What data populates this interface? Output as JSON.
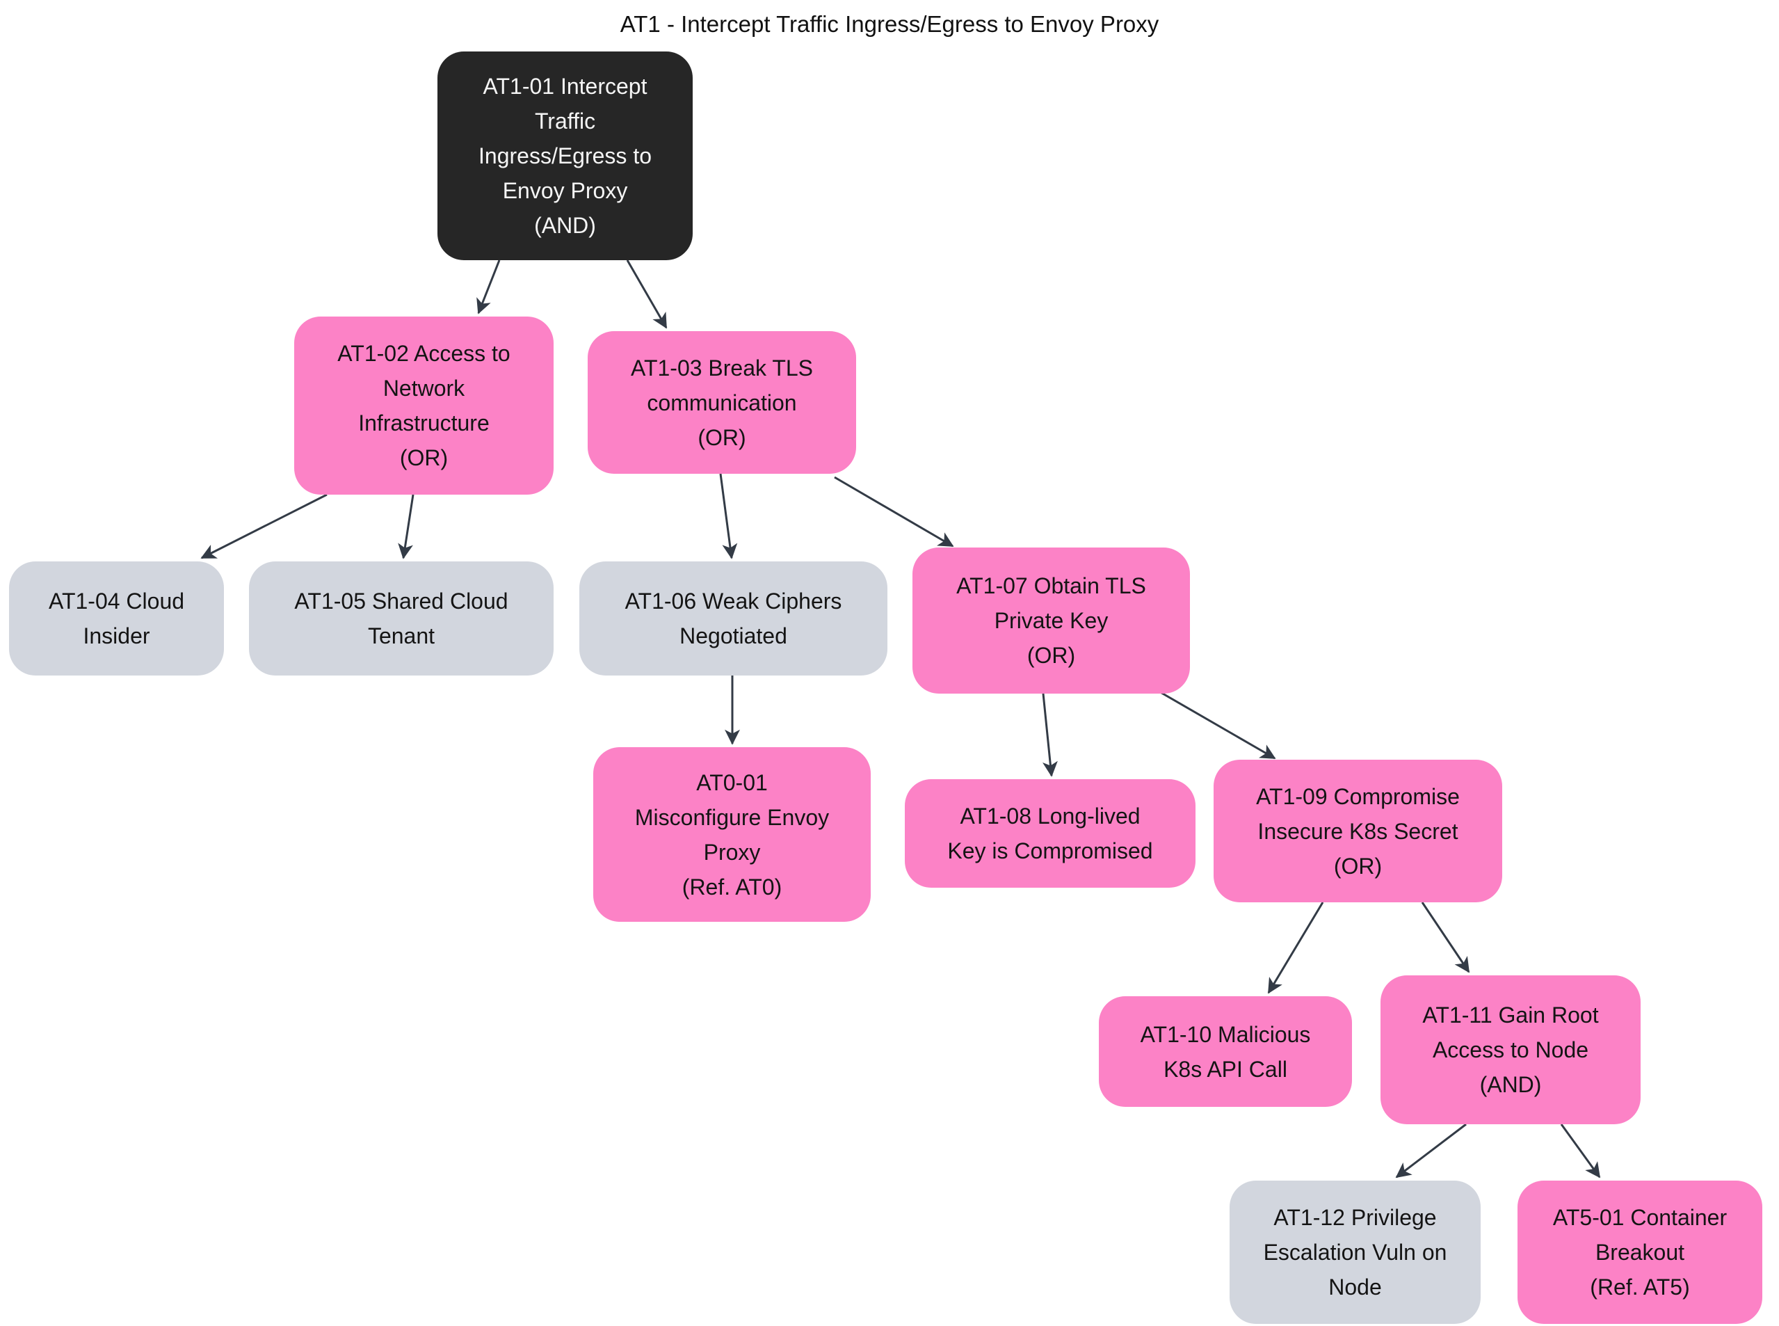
{
  "diagram": {
    "title": "AT1 - Intercept Traffic Ingress/Egress to Envoy Proxy",
    "type": "attack-tree-flowchart",
    "colors": {
      "background": "#ffffff",
      "root_fill": "#262626",
      "root_text": "#f5f5f5",
      "pink_fill": "#FC82C6",
      "gray_fill": "#D2D6DE",
      "node_text": "#141414",
      "edge": "#333B46"
    },
    "nodes": [
      {
        "id": "AT1-01",
        "style": "root",
        "gate": "AND",
        "label": "AT1-01 Intercept Traffic Ingress/Egress to Envoy Proxy (AND)",
        "lines": [
          "AT1-01 Intercept",
          "Traffic",
          "Ingress/Egress to",
          "Envoy Proxy",
          "(AND)"
        ]
      },
      {
        "id": "AT1-02",
        "style": "pink",
        "gate": "OR",
        "label": "AT1-02 Access to Network Infrastructure (OR)",
        "lines": [
          "AT1-02 Access to",
          "Network",
          "Infrastructure",
          "(OR)"
        ]
      },
      {
        "id": "AT1-03",
        "style": "pink",
        "gate": "OR",
        "label": "AT1-03 Break TLS communication (OR)",
        "lines": [
          "AT1-03 Break TLS",
          "communication",
          "(OR)"
        ]
      },
      {
        "id": "AT1-04",
        "style": "gray",
        "gate": null,
        "label": "AT1-04 Cloud Insider",
        "lines": [
          "AT1-04 Cloud",
          "Insider"
        ]
      },
      {
        "id": "AT1-05",
        "style": "gray",
        "gate": null,
        "label": "AT1-05 Shared Cloud Tenant",
        "lines": [
          "AT1-05 Shared Cloud",
          "Tenant"
        ]
      },
      {
        "id": "AT1-06",
        "style": "gray",
        "gate": null,
        "label": "AT1-06 Weak Ciphers Negotiated",
        "lines": [
          "AT1-06 Weak Ciphers",
          "Negotiated"
        ]
      },
      {
        "id": "AT1-07",
        "style": "pink",
        "gate": "OR",
        "label": "AT1-07 Obtain TLS Private Key (OR)",
        "lines": [
          "AT1-07 Obtain TLS",
          "Private Key",
          "(OR)"
        ]
      },
      {
        "id": "AT0-01",
        "style": "pink",
        "gate": null,
        "label": "AT0-01 Misconfigure Envoy Proxy (Ref. AT0)",
        "lines": [
          "AT0-01",
          "Misconfigure Envoy",
          "Proxy",
          "(Ref. AT0)"
        ]
      },
      {
        "id": "AT1-08",
        "style": "pink",
        "gate": null,
        "label": "AT1-08 Long-lived Key is Compromised",
        "lines": [
          "AT1-08 Long-lived",
          "Key is Compromised"
        ]
      },
      {
        "id": "AT1-09",
        "style": "pink",
        "gate": "OR",
        "label": "AT1-09 Compromise Insecure K8s Secret (OR)",
        "lines": [
          "AT1-09 Compromise",
          "Insecure K8s Secret",
          "(OR)"
        ]
      },
      {
        "id": "AT1-10",
        "style": "pink",
        "gate": null,
        "label": "AT1-10 Malicious K8s API Call",
        "lines": [
          "AT1-10 Malicious",
          "K8s API Call"
        ]
      },
      {
        "id": "AT1-11",
        "style": "pink",
        "gate": "AND",
        "label": "AT1-11 Gain Root Access to Node (AND)",
        "lines": [
          "AT1-11 Gain Root",
          "Access to Node",
          "(AND)"
        ]
      },
      {
        "id": "AT1-12",
        "style": "gray",
        "gate": null,
        "label": "AT1-12 Privilege Escalation Vuln on Node",
        "lines": [
          "AT1-12 Privilege",
          "Escalation Vuln on",
          "Node"
        ]
      },
      {
        "id": "AT5-01",
        "style": "pink",
        "gate": null,
        "label": "AT5-01 Container Breakout (Ref. AT5)",
        "lines": [
          "AT5-01 Container",
          "Breakout",
          "(Ref. AT5)"
        ]
      }
    ],
    "edges": [
      {
        "from": "AT1-01",
        "to": "AT1-02"
      },
      {
        "from": "AT1-01",
        "to": "AT1-03"
      },
      {
        "from": "AT1-02",
        "to": "AT1-04"
      },
      {
        "from": "AT1-02",
        "to": "AT1-05"
      },
      {
        "from": "AT1-03",
        "to": "AT1-06"
      },
      {
        "from": "AT1-03",
        "to": "AT1-07"
      },
      {
        "from": "AT1-06",
        "to": "AT0-01"
      },
      {
        "from": "AT1-07",
        "to": "AT1-08"
      },
      {
        "from": "AT1-07",
        "to": "AT1-09"
      },
      {
        "from": "AT1-09",
        "to": "AT1-10"
      },
      {
        "from": "AT1-09",
        "to": "AT1-11"
      },
      {
        "from": "AT1-11",
        "to": "AT1-12"
      },
      {
        "from": "AT1-11",
        "to": "AT5-01"
      }
    ]
  }
}
